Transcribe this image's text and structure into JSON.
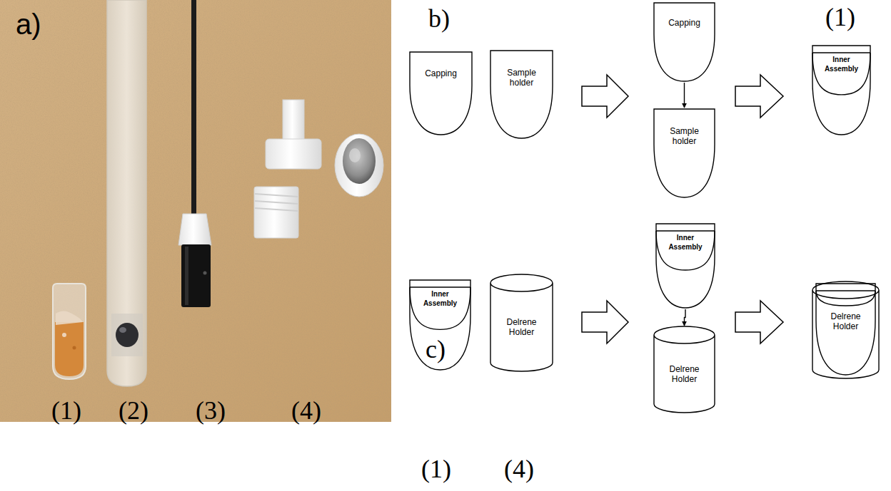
{
  "diagram": {
    "nodes": [
      {
        "text": [
          "Capping"
        ]
      },
      {
        "text": [
          "Sample holder"
        ]
      },
      {
        "text": [
          "Capping"
        ]
      },
      {
        "text": [
          "Sample holder"
        ]
      },
      {
        "text": [
          "Inner Assembly"
        ]
      },
      {
        "text": [
          "Inner Assembly"
        ]
      },
      {
        "text": [
          "Delrene Holder"
        ]
      },
      {
        "text": [
          "Inner Assembly"
        ]
      },
      {
        "text": [
          "Delrene Holder"
        ]
      },
      {
        "text": [
          "Delrene Holder"
        ]
      }
    ],
    "edges": [
      {
        "from": 2,
        "to": 3,
        "arrow": "to"
      },
      {
        "from": 7,
        "to": 8,
        "arrow": "to"
      }
    ],
    "labels": [
      "a)",
      "(1)",
      "(2)",
      "(3)",
      "(4)",
      "b)",
      "(1)",
      "c)",
      "(1)",
      "(4)"
    ]
  }
}
